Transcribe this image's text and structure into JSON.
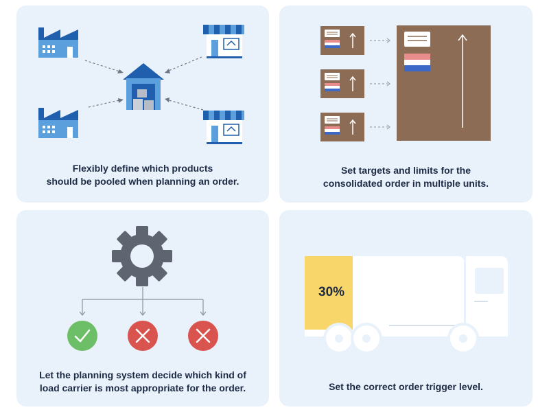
{
  "cards": {
    "pooling": {
      "caption_line1": "Flexibly define which products",
      "caption_line2": "should be pooled when planning an order."
    },
    "targets": {
      "caption_line1": "Set targets and limits for the",
      "caption_line2": "consolidated order in multiple units."
    },
    "load_carrier": {
      "caption_line1": "Let the planning system decide which kind of",
      "caption_line2": "load carrier is most appropriate for the order."
    },
    "trigger": {
      "caption": "Set the correct order trigger level.",
      "fill_label": "30%",
      "fill_fraction": 0.3
    }
  },
  "icons": [
    "factory-icon",
    "store-icon",
    "warehouse-icon",
    "gear-icon",
    "check-icon",
    "cross-icon",
    "truck-icon",
    "box-icon",
    "flag-icon"
  ],
  "colors": {
    "card_bg": "#e9f1fb",
    "blue_dark": "#1f5fae",
    "blue_light": "#5b9fdd",
    "box_brown": "#8c6c54",
    "gear_gray": "#5e6470",
    "check_green": "#6dbf67",
    "cross_red": "#d9534f",
    "truck_fill_yellow": "#f8d66a",
    "text_dark": "#1c2a44"
  }
}
